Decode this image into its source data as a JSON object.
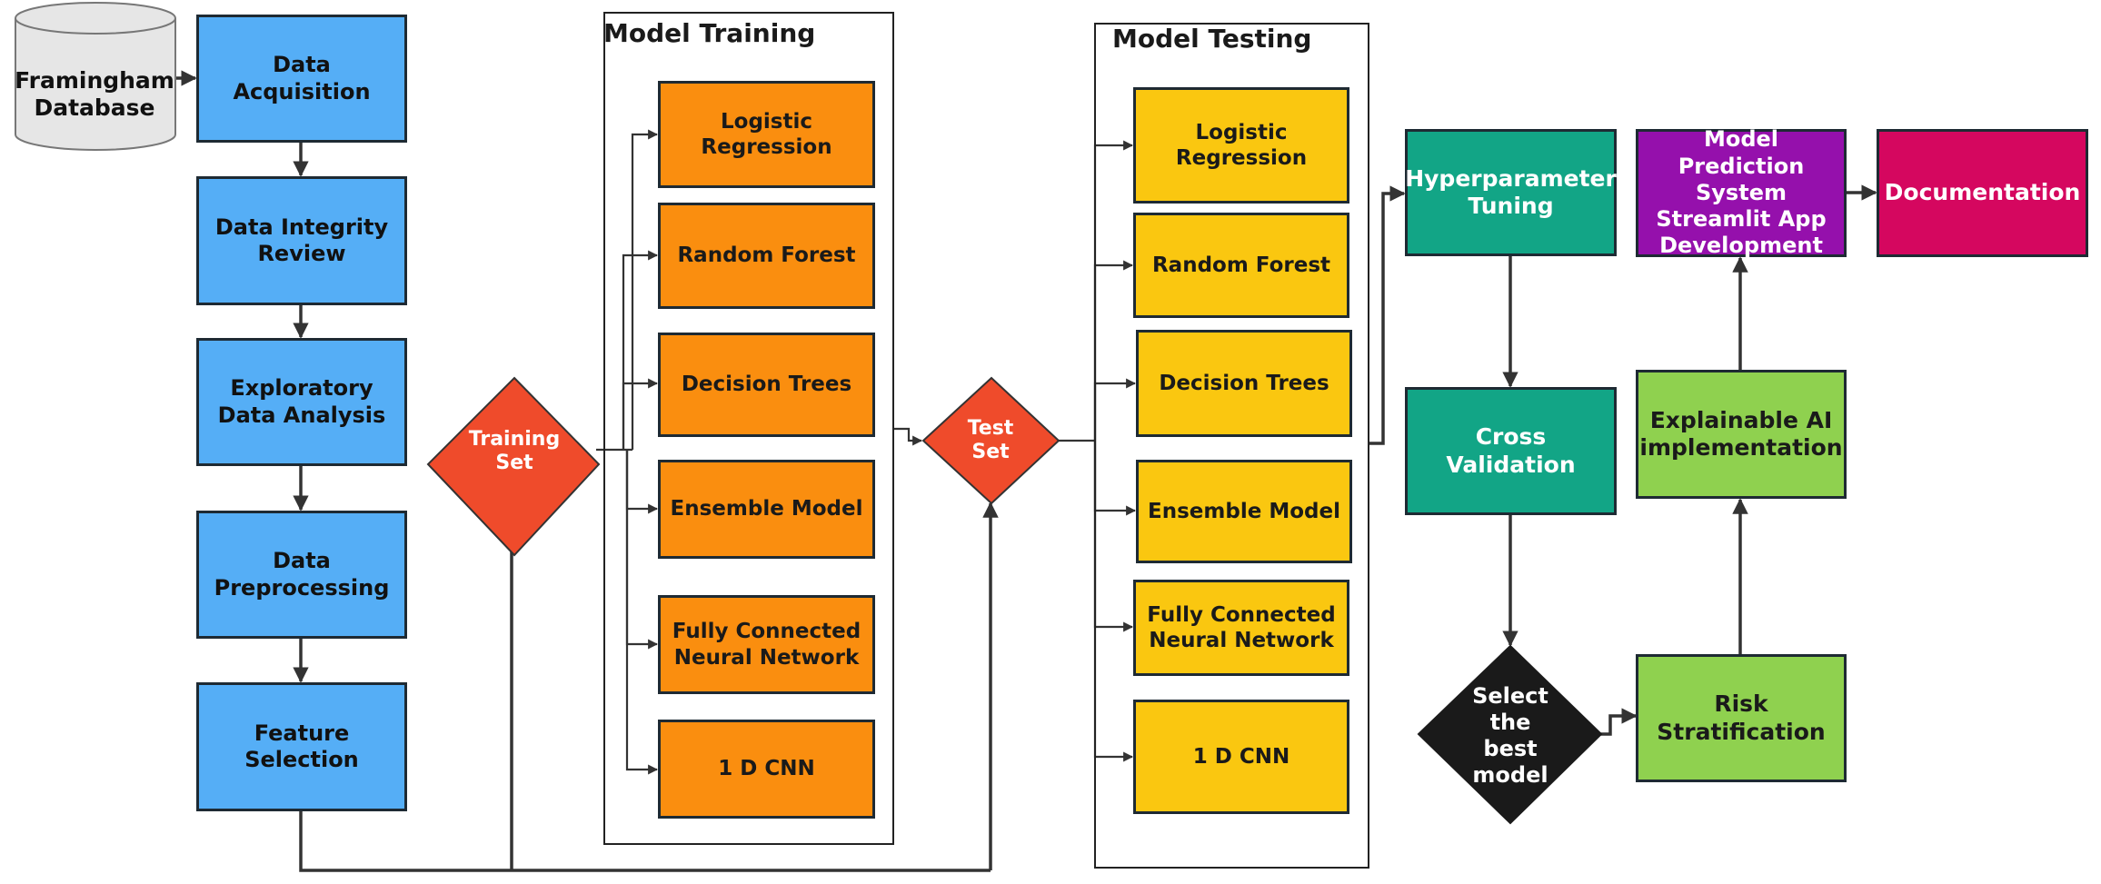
{
  "database": {
    "label": "Framingham Database"
  },
  "pipeline": {
    "data_acquisition": "Data Acquisition",
    "data_integrity_review": "Data Integrity Review",
    "exploratory_data_analysis": "Exploratory Data Analysis",
    "data_preprocessing": "Data Preprocessing",
    "feature_selection": "Feature Selection"
  },
  "training_set": {
    "label": "Training Set"
  },
  "test_set": {
    "label": "Test Set"
  },
  "model_training": {
    "title": "Model Training",
    "models": [
      "Logistic Regression",
      "Random Forest",
      "Decision Trees",
      "Ensemble Model",
      "Fully Connected Neural Network",
      "1 D CNN"
    ]
  },
  "model_testing": {
    "title": "Model Testing",
    "models": [
      "Logistic Regression",
      "Random Forest",
      "Decision Trees",
      "Ensemble Model",
      "Fully Connected Neural Network",
      "1 D CNN"
    ]
  },
  "hyperparameter_tuning": "Hyperparameter Tuning",
  "cross_validation": "Cross Validation",
  "select_best_model": "Select the best model",
  "risk_stratification": "Risk Stratification",
  "explainable_ai": "Explainable AI implementation",
  "model_prediction_system": "Model Prediction System Streamlit App Development",
  "documentation": "Documentation",
  "colors": {
    "pipeline_blue": "#55aef6",
    "training_orange": "#fa8e0f",
    "testing_yellow": "#fac710",
    "split_red": "#ef4b2b",
    "tuning_teal": "#12a586",
    "analysis_green": "#8fd14f",
    "app_purple": "#9510ac",
    "docs_pink": "#d5075f",
    "decision_black": "#1a1a1a",
    "database_gray": "#e6e6e6",
    "connector": "#333333"
  }
}
